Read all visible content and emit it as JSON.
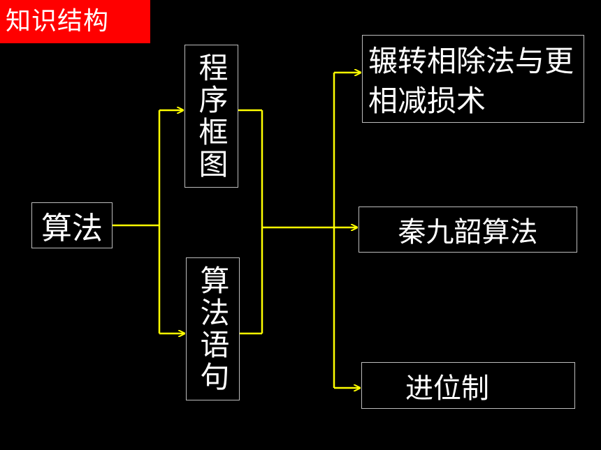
{
  "header": {
    "title": "知识结构"
  },
  "nodes": {
    "algorithm": "算法",
    "flowchart": "程序框图",
    "statements": "算法语句",
    "euclid": "辗转相除法与更相减损术",
    "qin_jiushao": "秦九韶算法",
    "number_base": "进位制"
  },
  "colors": {
    "background": "#000000",
    "title_bg": "#ff0000",
    "connector": "#ffff00",
    "box_border": "#bdbdbd",
    "text": "#ffffff"
  }
}
